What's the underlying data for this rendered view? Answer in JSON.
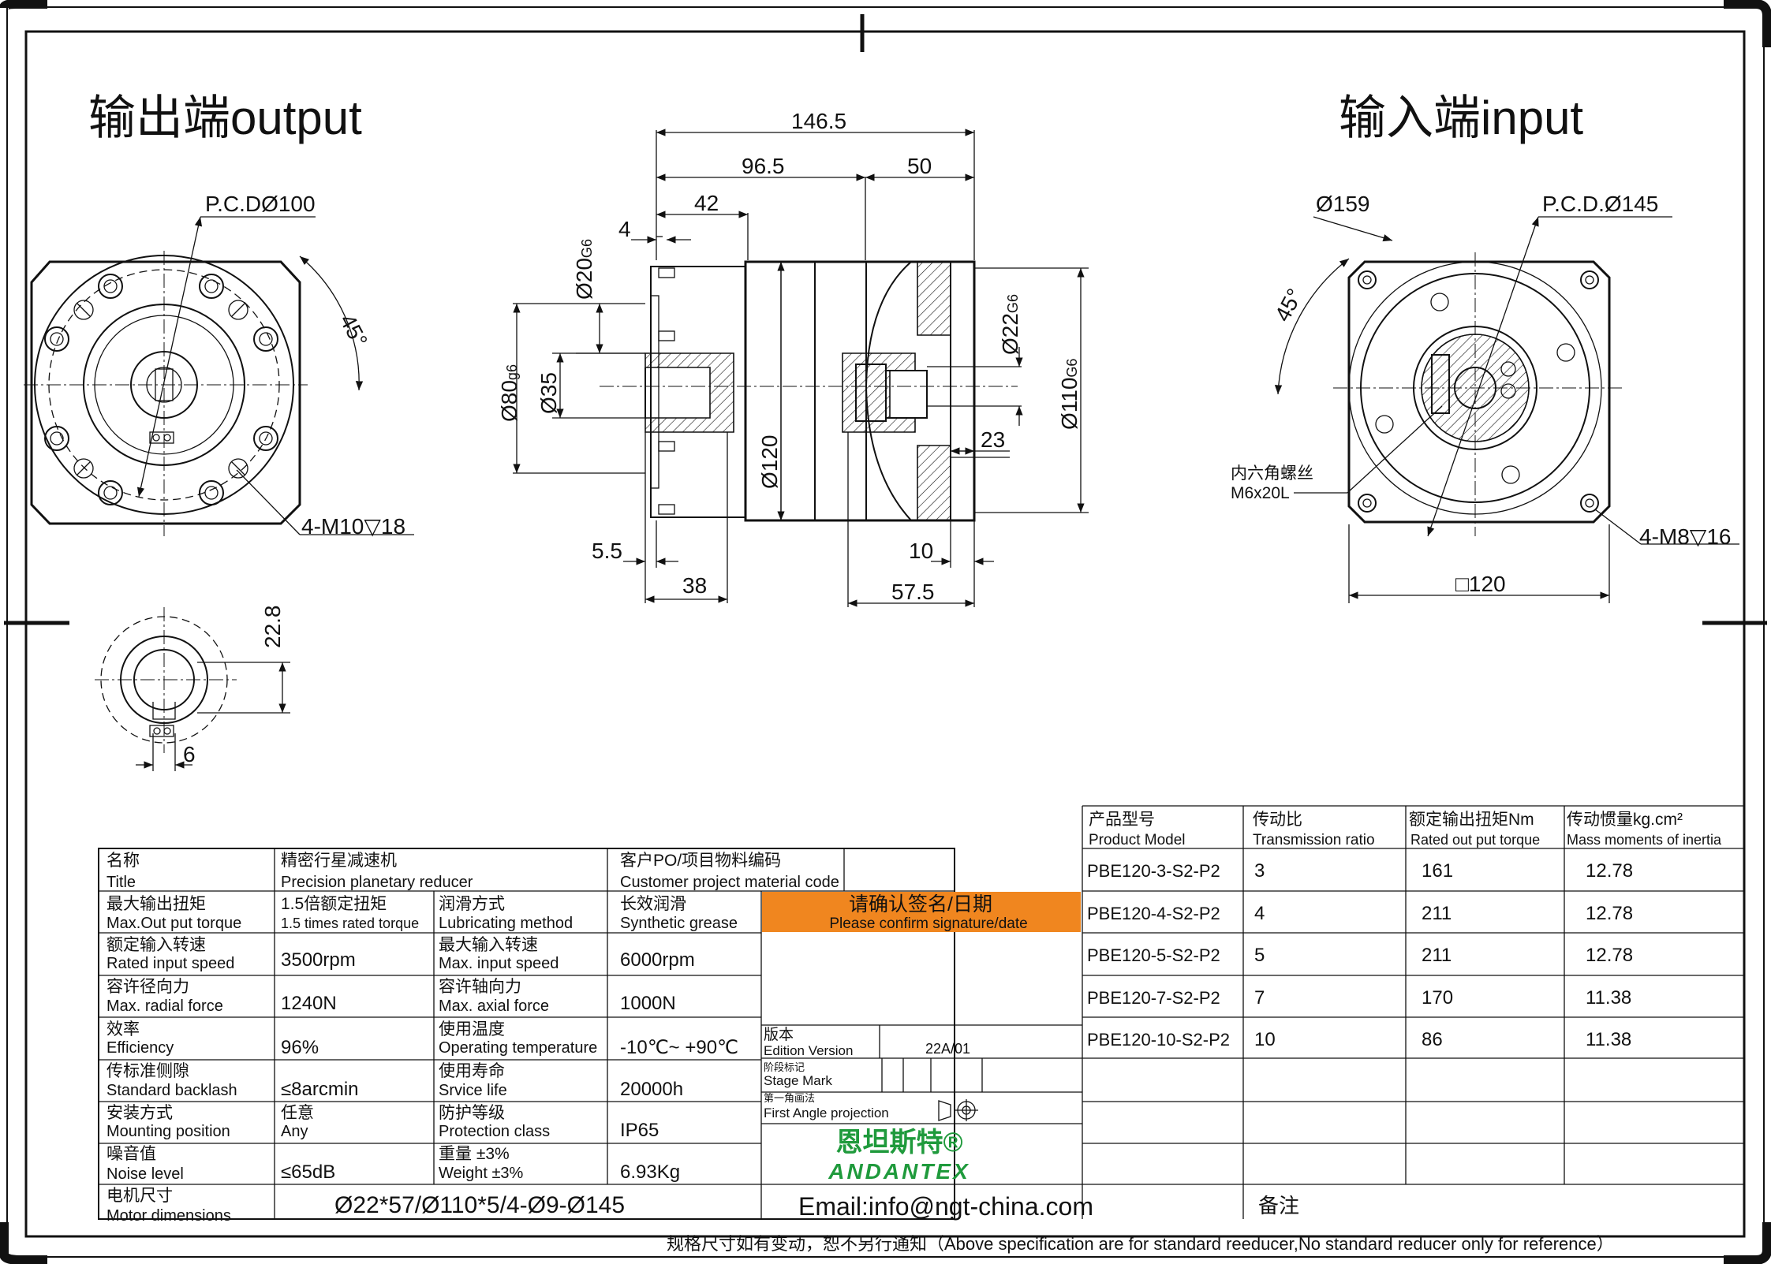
{
  "views": {
    "output_title": "输出端output",
    "input_title": "输入端input",
    "output": {
      "pcd": "P.C.DØ100",
      "angle": "45°",
      "holes": "4-M10▽18"
    },
    "keyway": {
      "dim_height": "22.8",
      "dim_width": "6"
    },
    "side": {
      "d_146_5": "146.5",
      "d_96_5": "96.5",
      "d_50": "50",
      "d_42": "42",
      "d_4": "4",
      "d_20g6": "Ø20",
      "d_20g6_tol": "G6",
      "d_80g6": "Ø80",
      "d_80g6_tol": "g6",
      "d_35": "Ø35",
      "d_120": "Ø120",
      "d_22g6": "Ø22",
      "d_22g6_tol": "G6",
      "d_110g6": "Ø110",
      "d_110g6_tol": "G6",
      "d_23": "23",
      "d_5_5": "5.5",
      "d_38": "38",
      "d_10": "10",
      "d_57_5": "57.5"
    },
    "input": {
      "d_159": "Ø159",
      "pcd": "P.C.D.Ø145",
      "angle": "45°",
      "screw_cn": "内六角螺丝",
      "screw_en": "M6x20L",
      "holes": "4-M8▽16",
      "square": "□120"
    }
  },
  "spec_table": {
    "title_cn": "名称",
    "title_en": "Title",
    "title_val_cn": "精密行星减速机",
    "title_val_en": "Precision planetary reducer",
    "customer_cn": "客户PO/项目物料编码",
    "customer_en": "Customer project material code",
    "max_out_cn": "最大输出扭矩",
    "max_out_en": "Max.Out put torque",
    "max_out_val_cn": "1.5倍额定扭矩",
    "max_out_val_en": "1.5 times rated torque",
    "lub_cn": "润滑方式",
    "lub_en": "Lubricating method",
    "lub_val_cn": "长效润滑",
    "lub_val_en": "Synthetic grease",
    "confirm_cn": "请确认签名/日期",
    "confirm_en": "Please confirm signature/date",
    "rated_in_cn": "额定输入转速",
    "rated_in_en": "Rated input speed",
    "rated_in_val": "3500rpm",
    "max_in_cn": "最大输入转速",
    "max_in_en": "Max. input speed",
    "max_in_val": "6000rpm",
    "radial_cn": "容许径向力",
    "radial_en": "Max. radial force",
    "radial_val": "1240N",
    "axial_cn": "容许轴向力",
    "axial_en": "Max. axial force",
    "axial_val": "1000N",
    "eff_cn": "效率",
    "eff_en": "Efficiency",
    "eff_val": "96%",
    "temp_cn": "使用温度",
    "temp_en": "Operating temperature",
    "temp_val": "-10℃~ +90℃",
    "edition_cn": "版本",
    "edition_en": "Edition Version",
    "edition_val": "22A/01",
    "backlash_cn": "传标准侧隙",
    "backlash_en": "Standard backlash",
    "backlash_val": "≤8arcmin",
    "life_cn": "使用寿命",
    "life_en": "Srvice life",
    "life_val": "20000h",
    "stage_cn": "阶段标记",
    "stage_en": "Stage Mark",
    "mount_cn": "安装方式",
    "mount_en": "Mounting position",
    "mount_val_cn": "任意",
    "mount_val_en": "Any",
    "protect_cn": "防护等级",
    "protect_en": "Protection class",
    "protect_val": "IP65",
    "projection_cn": "第一角画法",
    "projection_en": "First Angle projection",
    "noise_cn": "噪音值",
    "noise_en": "Noise level",
    "noise_val": "≤65dB",
    "weight_cn": "重量 ±3%",
    "weight_en": "Weight ±3%",
    "weight_val": "6.93Kg",
    "brand_cn": "恩坦斯特®",
    "brand_en": "ANDANTEX",
    "motor_cn": "电机尺寸",
    "motor_en": "Motor dimensions",
    "motor_val": "Ø22*57/Ø110*5/4-Ø9-Ø145",
    "email": "Email:info@ngt-china.com",
    "remark_cn": "备注"
  },
  "model_table": {
    "headers": [
      {
        "cn": "产品型号",
        "en": "Product Model"
      },
      {
        "cn": "传动比",
        "en": "Transmission ratio"
      },
      {
        "cn": "额定输出扭矩Nm",
        "en": "Rated out put torque"
      },
      {
        "cn": "传动惯量kg.cm²",
        "en": "Mass moments of inertia"
      }
    ],
    "rows": [
      [
        "PBE120-3-S2-P2",
        "3",
        "161",
        "12.78"
      ],
      [
        "PBE120-4-S2-P2",
        "4",
        "211",
        "12.78"
      ],
      [
        "PBE120-5-S2-P2",
        "5",
        "211",
        "12.78"
      ],
      [
        "PBE120-7-S2-P2",
        "7",
        "170",
        "11.38"
      ],
      [
        "PBE120-10-S2-P2",
        "10",
        "86",
        "11.38"
      ]
    ]
  },
  "footer": "规格尺寸如有变动，恕不另行通知（Above specification are for standard reeducer,No standard reducer only for reference）",
  "colors": {
    "confirm_bg": "#f0861f",
    "brand_green": "#1f9a3c"
  }
}
